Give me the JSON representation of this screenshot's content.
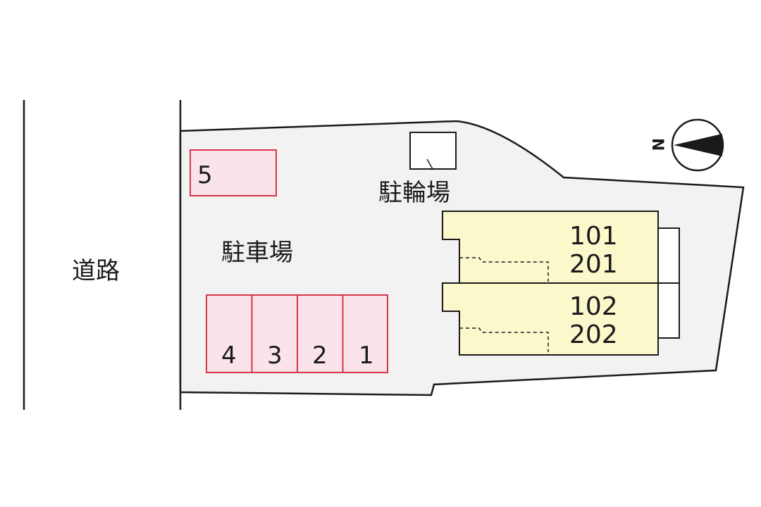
{
  "road": {
    "label": "道路"
  },
  "lot": {
    "parking_label": "駐車場",
    "bike_parking_label": "駐輪場",
    "spaces": [
      "5",
      "4",
      "3",
      "2",
      "1"
    ]
  },
  "building": {
    "units_a": [
      "101",
      "201"
    ],
    "units_b": [
      "102",
      "202"
    ]
  },
  "compass": {
    "north_label": "N"
  },
  "colors": {
    "lot_fill": "#f2f2f3",
    "space_fill": "#fbe3ea",
    "space_stroke": "#d8364a",
    "building_fill": "#fbf8cc",
    "line": "#1a1a1a"
  }
}
